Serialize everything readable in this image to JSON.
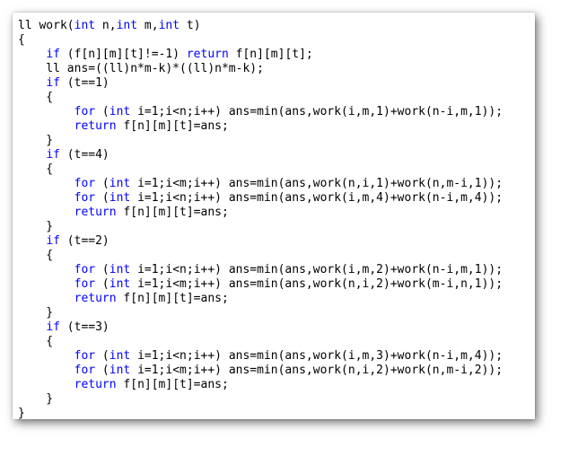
{
  "colors": {
    "keyword": "#0000ff",
    "text": "#000000",
    "background": "#ffffff"
  },
  "code": {
    "lines": [
      [
        {
          "t": "ll work(",
          "k": false
        },
        {
          "t": "int",
          "k": true
        },
        {
          "t": " n,",
          "k": false
        },
        {
          "t": "int",
          "k": true
        },
        {
          "t": " m,",
          "k": false
        },
        {
          "t": "int",
          "k": true
        },
        {
          "t": " t)",
          "k": false
        }
      ],
      [
        {
          "t": "{",
          "k": false
        }
      ],
      [
        {
          "t": "    ",
          "k": false
        },
        {
          "t": "if",
          "k": true
        },
        {
          "t": " (f[n][m][t]!=-1) ",
          "k": false
        },
        {
          "t": "return",
          "k": true
        },
        {
          "t": " f[n][m][t];",
          "k": false
        }
      ],
      [
        {
          "t": "    ll ans=((ll)n*m-k)*((ll)n*m-k);",
          "k": false
        }
      ],
      [
        {
          "t": "    ",
          "k": false
        },
        {
          "t": "if",
          "k": true
        },
        {
          "t": " (t==1)",
          "k": false
        }
      ],
      [
        {
          "t": "    {",
          "k": false
        }
      ],
      [
        {
          "t": "        ",
          "k": false
        },
        {
          "t": "for",
          "k": true
        },
        {
          "t": " (",
          "k": false
        },
        {
          "t": "int",
          "k": true
        },
        {
          "t": " i=1;i<n;i++) ans=min(ans,work(i,m,1)+work(n-i,m,1));",
          "k": false
        }
      ],
      [
        {
          "t": "        ",
          "k": false
        },
        {
          "t": "return",
          "k": true
        },
        {
          "t": " f[n][m][t]=ans;",
          "k": false
        }
      ],
      [
        {
          "t": "    }",
          "k": false
        }
      ],
      [
        {
          "t": "    ",
          "k": false
        },
        {
          "t": "if",
          "k": true
        },
        {
          "t": " (t==4)",
          "k": false
        }
      ],
      [
        {
          "t": "    {",
          "k": false
        }
      ],
      [
        {
          "t": "        ",
          "k": false
        },
        {
          "t": "for",
          "k": true
        },
        {
          "t": " (",
          "k": false
        },
        {
          "t": "int",
          "k": true
        },
        {
          "t": " i=1;i<m;i++) ans=min(ans,work(n,i,1)+work(n,m-i,1));",
          "k": false
        }
      ],
      [
        {
          "t": "        ",
          "k": false
        },
        {
          "t": "for",
          "k": true
        },
        {
          "t": " (",
          "k": false
        },
        {
          "t": "int",
          "k": true
        },
        {
          "t": " i=1;i<n;i++) ans=min(ans,work(i,m,4)+work(n-i,m,4));",
          "k": false
        }
      ],
      [
        {
          "t": "        ",
          "k": false
        },
        {
          "t": "return",
          "k": true
        },
        {
          "t": " f[n][m][t]=ans;",
          "k": false
        }
      ],
      [
        {
          "t": "    }",
          "k": false
        }
      ],
      [
        {
          "t": "    ",
          "k": false
        },
        {
          "t": "if",
          "k": true
        },
        {
          "t": " (t==2)",
          "k": false
        }
      ],
      [
        {
          "t": "    {",
          "k": false
        }
      ],
      [
        {
          "t": "        ",
          "k": false
        },
        {
          "t": "for",
          "k": true
        },
        {
          "t": " (",
          "k": false
        },
        {
          "t": "int",
          "k": true
        },
        {
          "t": " i=1;i<n;i++) ans=min(ans,work(i,m,2)+work(n-i,m,1));",
          "k": false
        }
      ],
      [
        {
          "t": "        ",
          "k": false
        },
        {
          "t": "for",
          "k": true
        },
        {
          "t": " (",
          "k": false
        },
        {
          "t": "int",
          "k": true
        },
        {
          "t": " i=1;i<m;i++) ans=min(ans,work(n,i,2)+work(m-i,n,1));",
          "k": false
        }
      ],
      [
        {
          "t": "        ",
          "k": false
        },
        {
          "t": "return",
          "k": true
        },
        {
          "t": " f[n][m][t]=ans;",
          "k": false
        }
      ],
      [
        {
          "t": "    }",
          "k": false
        }
      ],
      [
        {
          "t": "    ",
          "k": false
        },
        {
          "t": "if",
          "k": true
        },
        {
          "t": " (t==3)",
          "k": false
        }
      ],
      [
        {
          "t": "    {",
          "k": false
        }
      ],
      [
        {
          "t": "        ",
          "k": false
        },
        {
          "t": "for",
          "k": true
        },
        {
          "t": " (",
          "k": false
        },
        {
          "t": "int",
          "k": true
        },
        {
          "t": " i=1;i<n;i++) ans=min(ans,work(i,m,3)+work(n-i,m,4));",
          "k": false
        }
      ],
      [
        {
          "t": "        ",
          "k": false
        },
        {
          "t": "for",
          "k": true
        },
        {
          "t": " (",
          "k": false
        },
        {
          "t": "int",
          "k": true
        },
        {
          "t": " i=1;i<m;i++) ans=min(ans,work(n,i,2)+work(n,m-i,2));",
          "k": false
        }
      ],
      [
        {
          "t": "        ",
          "k": false
        },
        {
          "t": "return",
          "k": true
        },
        {
          "t": " f[n][m][t]=ans;",
          "k": false
        }
      ],
      [
        {
          "t": "    }",
          "k": false
        }
      ],
      [
        {
          "t": "}",
          "k": false
        }
      ]
    ]
  }
}
